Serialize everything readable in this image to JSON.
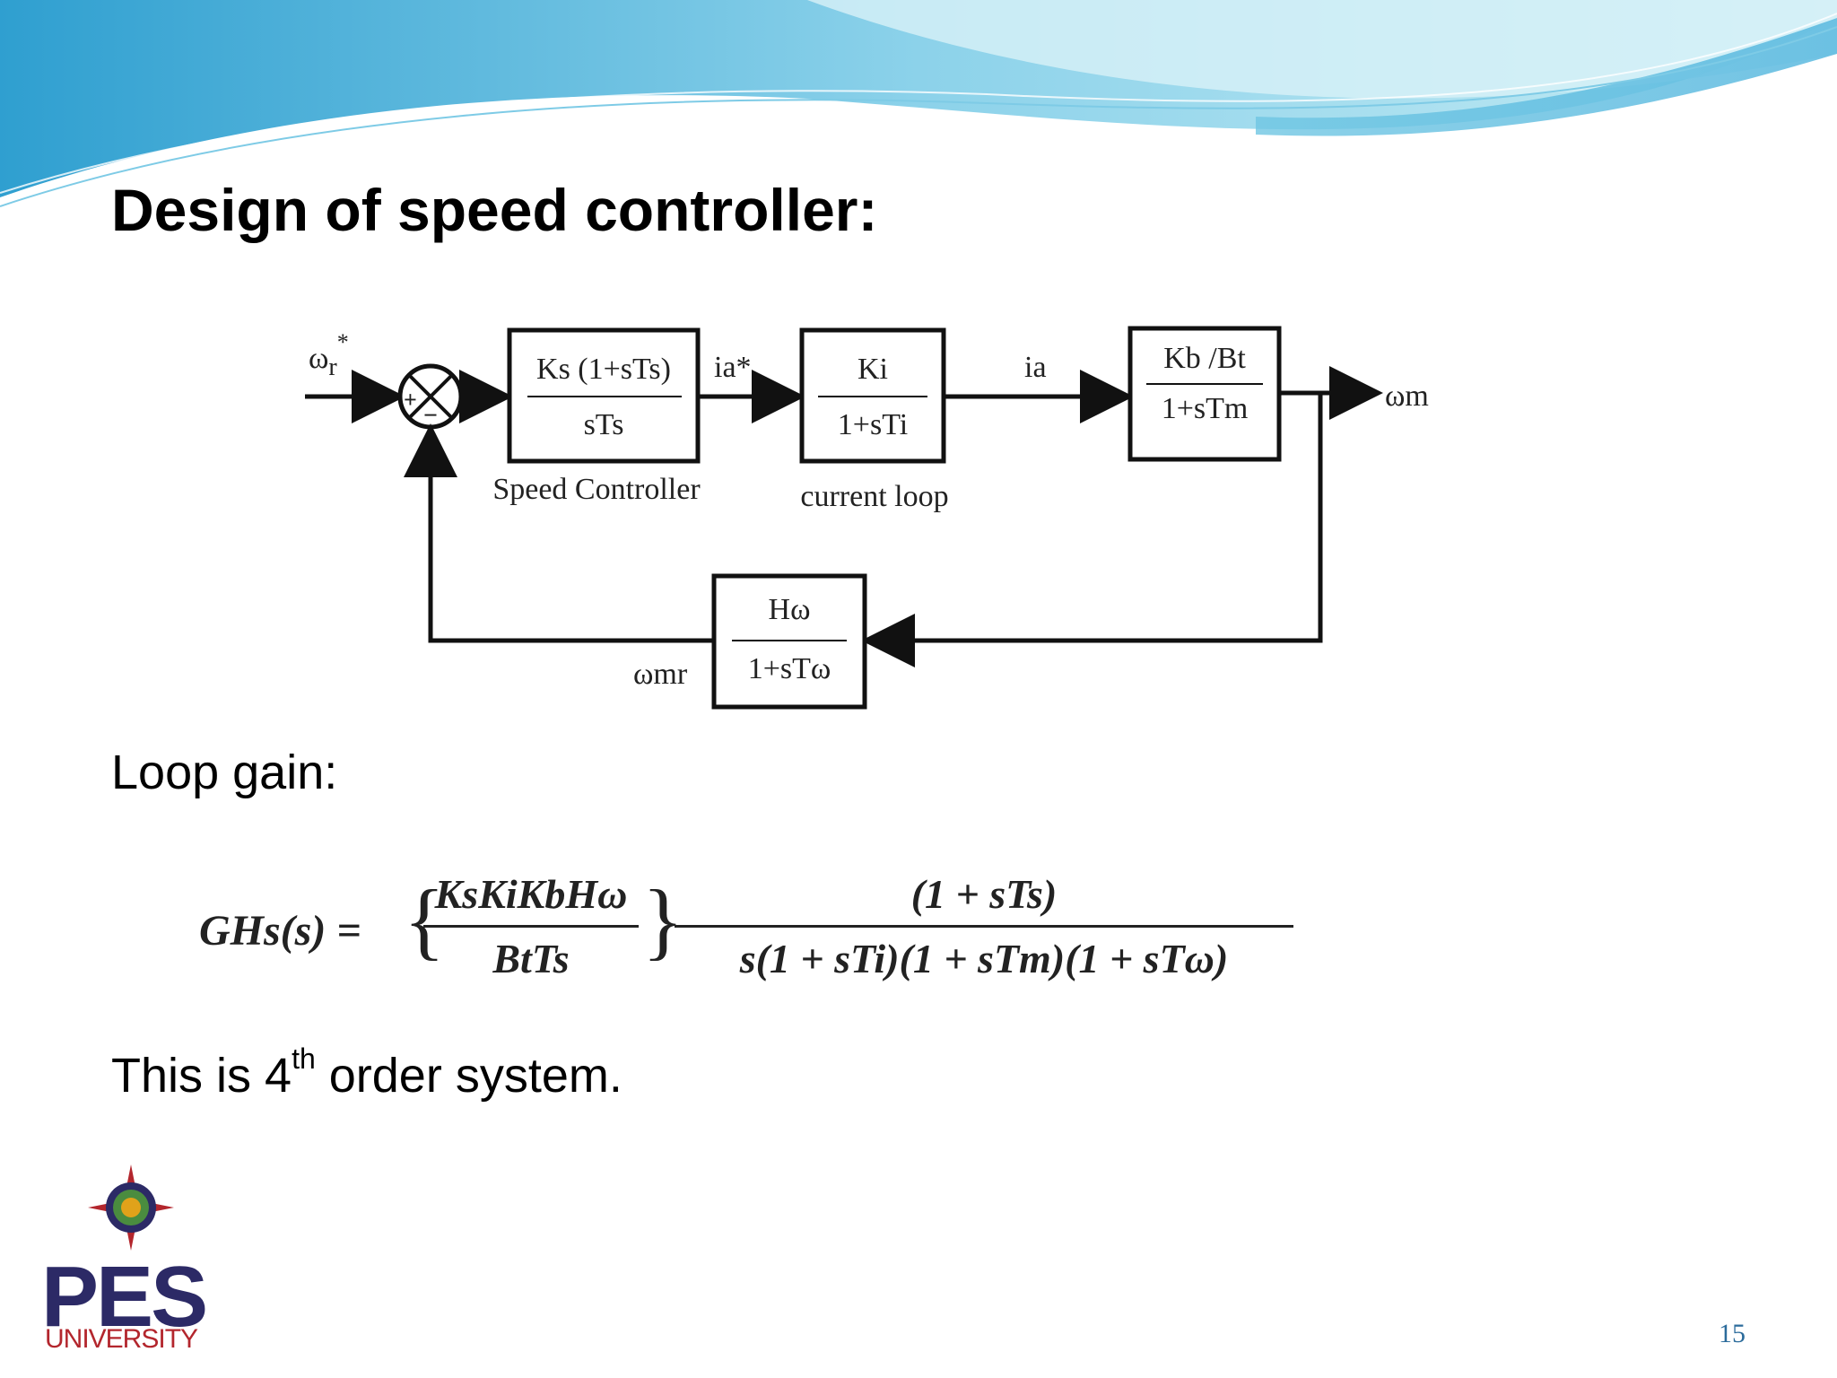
{
  "slide": {
    "title": "Design of speed controller:",
    "loop_gain_label": "Loop gain:",
    "order_text_pre": "This is 4",
    "order_text_sup": "th",
    "order_text_post": " order system.",
    "page_number": "15"
  },
  "diagram": {
    "input_label": "ω",
    "input_sub": "r",
    "input_sup": "*",
    "summing_plus": "+",
    "summing_minus": "−",
    "speed_controller": {
      "num": "Ks (1+sTs)",
      "den": "sTs",
      "caption": "Speed Controller"
    },
    "ia_star_label": "ia*",
    "current_loop": {
      "num": "Ki",
      "den": "1+sTi",
      "caption": "current loop"
    },
    "ia_label": "ia",
    "motor_block": {
      "num": "Kb /Bt",
      "den": "1+sTm"
    },
    "output_label": "ωm",
    "feedback_block": {
      "num": "Hω",
      "den": "1+sTω"
    },
    "feedback_label": "ωmr"
  },
  "formula": {
    "lhs": "GHs(s) =",
    "brace_open": "{",
    "brace_close": "}",
    "frac1_num": "KsKiKbHω",
    "frac1_den": "BtTs",
    "frac2_num": "(1 + sTs)",
    "frac2_den": "s(1 + sTi)(1 + sTm)(1 + sTω)"
  },
  "logo": {
    "name": "PES",
    "sub": "UNIVERSITY"
  },
  "colors": {
    "wave_dark": "#3fa9d6",
    "wave_light": "#a9e1ee",
    "logo_blue": "#2c2a66",
    "logo_red": "#b3262d"
  }
}
